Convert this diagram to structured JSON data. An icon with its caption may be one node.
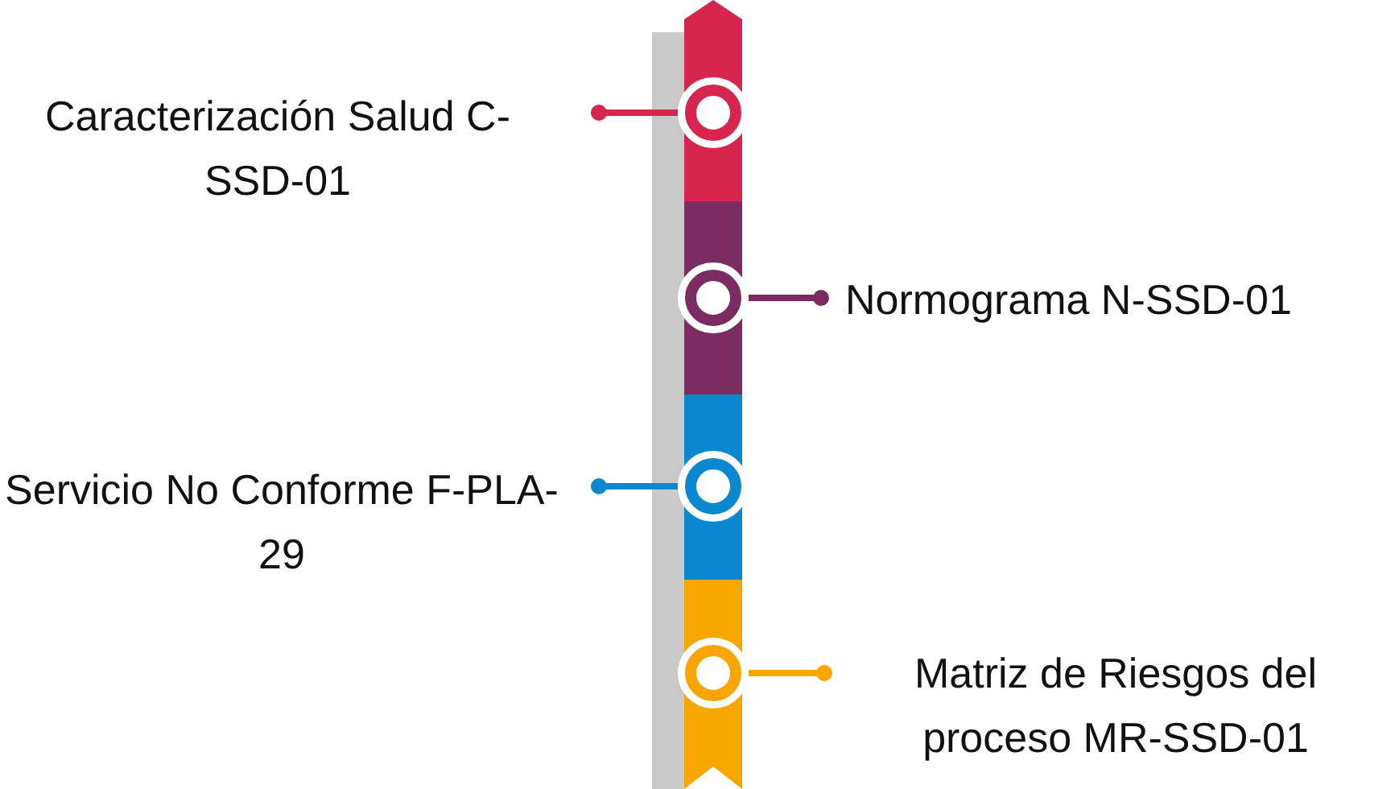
{
  "diagram": {
    "nodes": [
      {
        "text": [
          "Caracterización Salud C-SSD-01"
        ]
      },
      {
        "text": [],
        "shape": "circle"
      },
      {
        "text": [],
        "shape": "circle"
      },
      {
        "text": [
          "Normograma N-SSD-01"
        ]
      },
      {
        "text": [
          "Servicio No Conforme F-PLA-29"
        ]
      },
      {
        "text": [],
        "shape": "circle"
      },
      {
        "text": [],
        "shape": "circle"
      },
      {
        "text": [
          "Matriz de Riesgos del proceso MR-SSD-01"
        ]
      }
    ],
    "edges": [
      {
        "from": 0,
        "to": 1,
        "arrow": "other",
        "color": "#d6264f"
      },
      {
        "from": 3,
        "to": 2,
        "arrow": "other",
        "color": "#7b2d62"
      },
      {
        "from": 4,
        "to": 5,
        "arrow": "other",
        "color": "#0a88cf"
      },
      {
        "from": 7,
        "to": 6,
        "arrow": "other",
        "color": "#f7a600"
      }
    ]
  }
}
